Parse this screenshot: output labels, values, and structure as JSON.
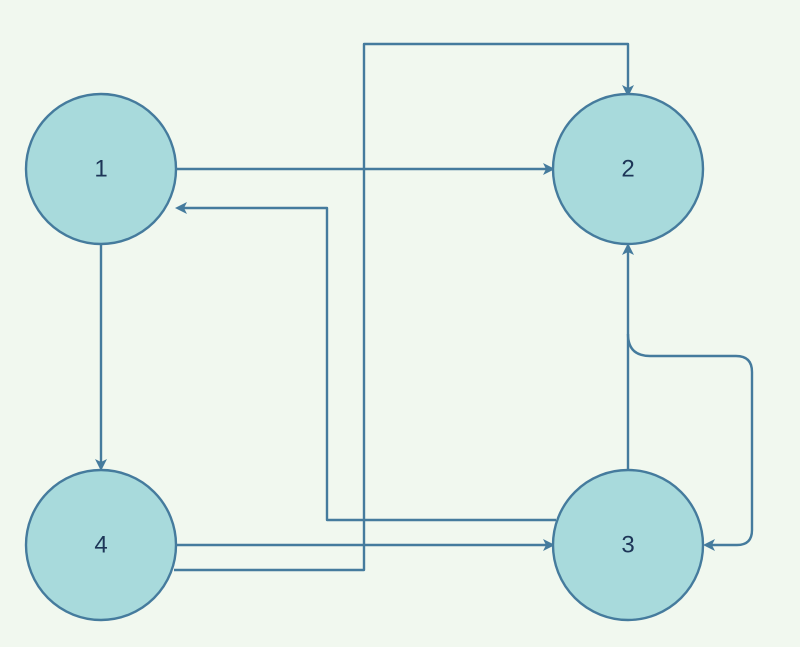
{
  "colors": {
    "background": "#f1f8ef",
    "node_fill": "#a8dadc",
    "stroke": "#457b9d",
    "label": "#1d3557"
  },
  "nodes": [
    {
      "id": "1",
      "label": "1"
    },
    {
      "id": "2",
      "label": "2"
    },
    {
      "id": "3",
      "label": "3"
    },
    {
      "id": "4",
      "label": "4"
    }
  ],
  "edges": [
    {
      "from": "1",
      "to": "2"
    },
    {
      "from": "1",
      "to": "4"
    },
    {
      "from": "4",
      "to": "3"
    },
    {
      "from": "4",
      "to": "2"
    },
    {
      "from": "3",
      "to": "1"
    },
    {
      "from": "3",
      "to": "2"
    },
    {
      "from": "2",
      "to": "3"
    }
  ]
}
